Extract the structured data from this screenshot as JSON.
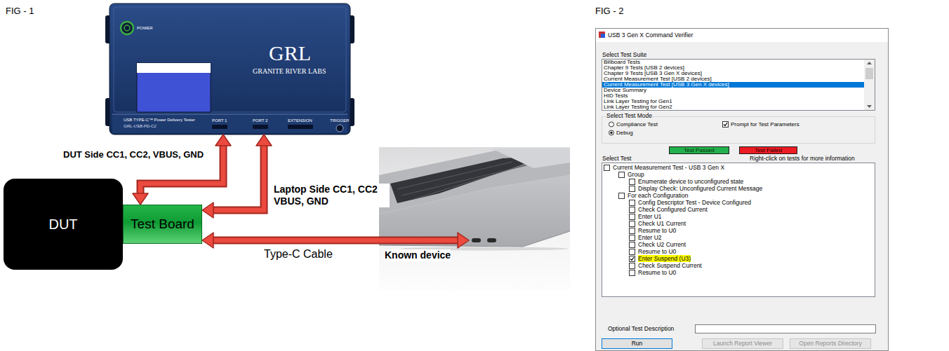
{
  "diagram": {
    "nodes": [
      {
        "text": [
          "GRL",
          "GRANITE RIVER LABS"
        ]
      },
      {
        "text": [
          "DUT"
        ]
      },
      {
        "text": [
          "Test Board"
        ]
      },
      {
        "text": [
          "Known device"
        ]
      },
      {
        "text": [
          "USB 3 Gen X Command Verifier"
        ]
      },
      {
        "text": [
          "Billboard Tests",
          "Chapter 9 Tests [USB 2 devices]",
          "Chapter 9 Tests [USB 3 Gen X devices]",
          "Current Measurement Test [USB 2 devices]",
          "Current Measurement Test [USB 3 Gen X devices]",
          "Device Summary",
          "HID Tests",
          "Link Layer Testing for Gen1",
          "Link Layer Testing for Gen2"
        ],
        "in": 4
      },
      {
        "text": [
          "Select Test Mode",
          "Compliance Test",
          "Debug",
          "Prompt for Test Parameters"
        ],
        "in": 4
      },
      {
        "text": [
          "Test Passed"
        ],
        "in": 4
      },
      {
        "text": [
          "Test Failed"
        ],
        "in": 4
      },
      {
        "text": [
          "Current Measurement Test - USB 3 Gen X",
          "Group",
          "Enumerate device to unconfigured state",
          "Display Check: Unconfigured Current Message",
          "For each Configuration",
          "Config Descriptor Test - Device Configured",
          "Check Configured Current",
          "Enter U1",
          "Check U1 Current",
          "Resume to U0",
          "Enter U2",
          "Check U2 Current",
          "Resume to U0",
          "Enter Suspend (U3)",
          "Check Suspend Current",
          "Resume to U0"
        ],
        "in": 4
      },
      {
        "text": [
          "Run"
        ],
        "in": 4
      },
      {
        "text": [
          "Launch Report Viewer"
        ],
        "in": 4
      },
      {
        "text": [
          "Open Reports Directory"
        ],
        "in": 4
      }
    ],
    "edges": [
      {
        "from": 0,
        "to": 2,
        "arrow": "both",
        "label": "DUT Side CC1, CC2, VBUS, GND"
      },
      {
        "from": 0,
        "to": 2,
        "arrow": "both",
        "label": "Laptop Side CC1, CC2 VBUS, GND"
      },
      {
        "from": 2,
        "to": 3,
        "arrow": "both",
        "label": "Type-C Cable"
      }
    ],
    "labels": [
      "FIG - 1",
      "FIG - 2",
      "POWER",
      "USB TYPE-C™ Power Delivery Tester",
      "GRL-USB-PD-C2",
      "PORT 1",
      "PORT 2",
      "EXTENSION",
      "TRIGGER",
      "Select Test Suite",
      "Select Test",
      "Right-click on tests for more information",
      "Optional Test Description"
    ]
  }
}
